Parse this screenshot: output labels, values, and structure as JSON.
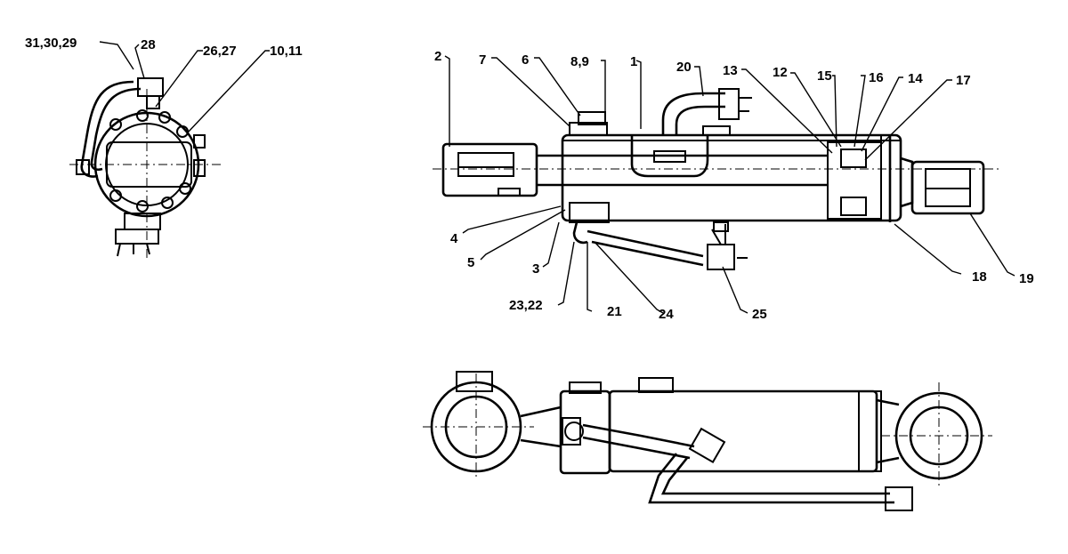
{
  "parts": {
    "p1": "1",
    "p2": "2",
    "p3": "3",
    "p4": "4",
    "p5": "5",
    "p6": "6",
    "p7": "7",
    "p8_9": "8,9",
    "p10_11": "10,11",
    "p12": "12",
    "p13": "13",
    "p14": "14",
    "p15": "15",
    "p16": "16",
    "p17": "17",
    "p18": "18",
    "p19": "19",
    "p20": "20",
    "p21": "21",
    "p23_22": "23,22",
    "p24": "24",
    "p25": "25",
    "p26_27": "26,27",
    "p28": "28",
    "p31_30_29": "31,30,29"
  }
}
